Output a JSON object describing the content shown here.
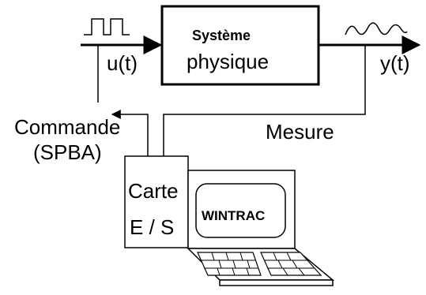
{
  "system_block": {
    "title": "Système",
    "subtitle": "physique"
  },
  "signals": {
    "input_label": "u(t)",
    "output_label": "y(t)",
    "input_waveform": "square-wave-icon",
    "output_waveform": "sine-wave-icon"
  },
  "command_label": {
    "line1": "Commande",
    "line2": "(SPBA)"
  },
  "measure_label": "Mesure",
  "card": {
    "line1": "Carte",
    "line2": "E / S"
  },
  "computer": {
    "screen_text": "WINTRAC"
  },
  "colors": {
    "stroke": "#000000",
    "background": "#ffffff"
  }
}
